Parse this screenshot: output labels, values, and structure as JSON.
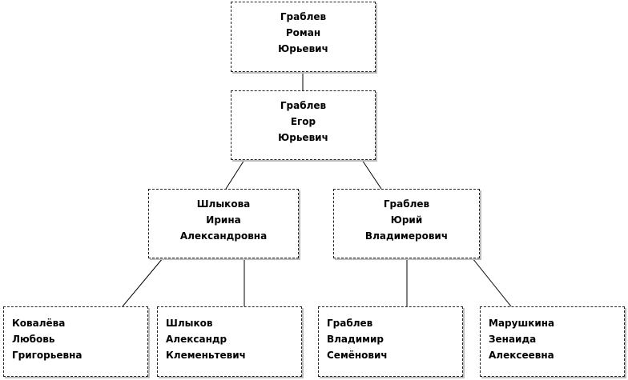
{
  "tree": {
    "nodes": [
      {
        "id": "roman",
        "lines": [
          "Граблев",
          "Роман",
          "Юрьевич"
        ]
      },
      {
        "id": "egor",
        "lines": [
          "Граблев",
          "Егор",
          "Юрьевич"
        ]
      },
      {
        "id": "irina",
        "lines": [
          "Шлыкова",
          "Ирина",
          "Александровна"
        ]
      },
      {
        "id": "yuri",
        "lines": [
          "Граблев",
          "Юрий",
          "Владимерович"
        ]
      },
      {
        "id": "lyubov",
        "lines": [
          "Ковалёва",
          "Любовь",
          "Григорьевна"
        ]
      },
      {
        "id": "alexander",
        "lines": [
          "Шлыков",
          "Александр",
          "Клеменьтевич"
        ]
      },
      {
        "id": "vladimir",
        "lines": [
          "Граблев",
          "Владимир",
          "Семёнович"
        ]
      },
      {
        "id": "zenaida",
        "lines": [
          "Марушкина",
          "Зенаида",
          "Алексеевна"
        ]
      }
    ]
  }
}
